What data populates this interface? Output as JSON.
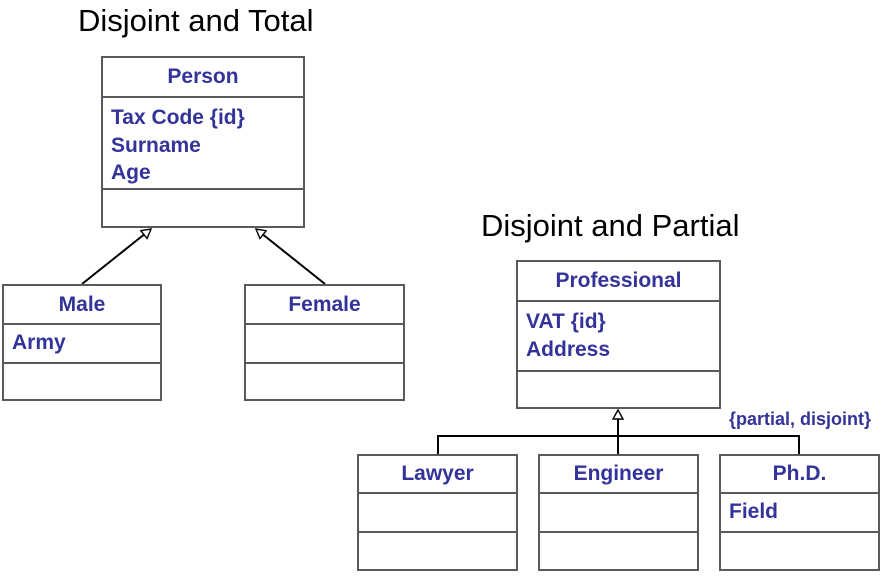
{
  "titles": {
    "left": "Disjoint and Total",
    "right": "Disjoint and Partial"
  },
  "classes": {
    "person": {
      "name": "Person",
      "attributes": [
        "Tax Code {id}",
        "Surname",
        "Age"
      ]
    },
    "male": {
      "name": "Male",
      "attributes": [
        "Army"
      ]
    },
    "female": {
      "name": "Female",
      "attributes": []
    },
    "professional": {
      "name": "Professional",
      "attributes": [
        "VAT {id}",
        "Address"
      ]
    },
    "lawyer": {
      "name": "Lawyer",
      "attributes": []
    },
    "engineer": {
      "name": "Engineer",
      "attributes": []
    },
    "phd": {
      "name": "Ph.D.",
      "attributes": [
        "Field"
      ]
    }
  },
  "constraint": "{partial, disjoint}",
  "colors": {
    "text": "#333399",
    "border": "#5a5a5a",
    "line": "#000000"
  }
}
